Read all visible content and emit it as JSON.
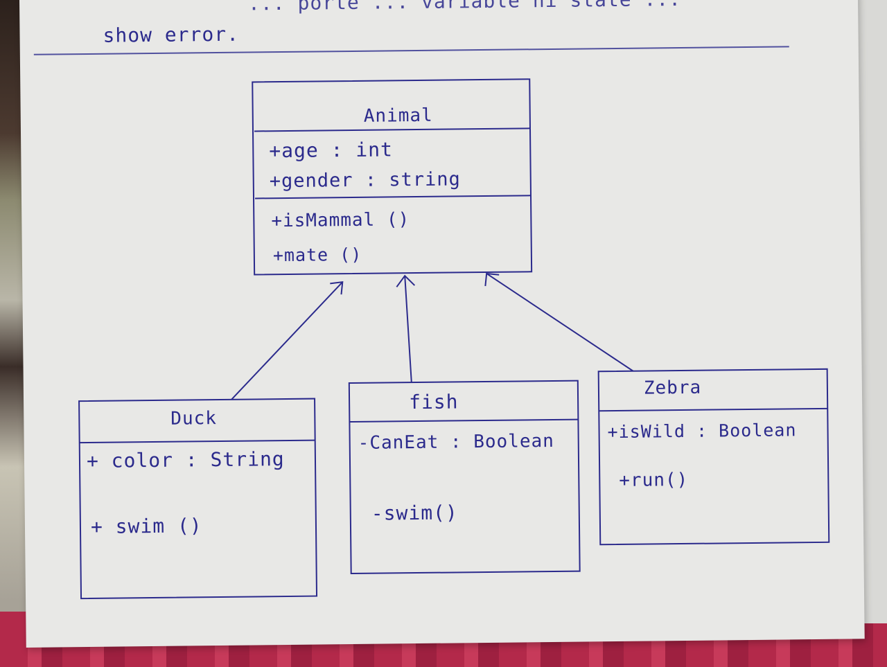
{
  "header_note": {
    "line1": "... porte ... variable ni state ...",
    "line2": "show error."
  },
  "classes": {
    "animal": {
      "name": "Animal",
      "attributes": [
        "+age : int",
        "+gender : string"
      ],
      "methods": [
        "+isMammal ()",
        "+mate ()"
      ]
    },
    "duck": {
      "name": "Duck",
      "attributes": [
        "+ color : String"
      ],
      "methods": [
        "+ swim ()"
      ]
    },
    "fish": {
      "name": "fish",
      "attributes": [
        "-CanEat : Boolean"
      ],
      "methods": [
        "-swim()"
      ]
    },
    "zebra": {
      "name": "Zebra",
      "attributes": [
        "+isWild : Boolean"
      ],
      "methods": [
        "+run()"
      ]
    }
  },
  "colors": {
    "ink": "#2b2a8c",
    "paper": "#e8e8e6"
  }
}
